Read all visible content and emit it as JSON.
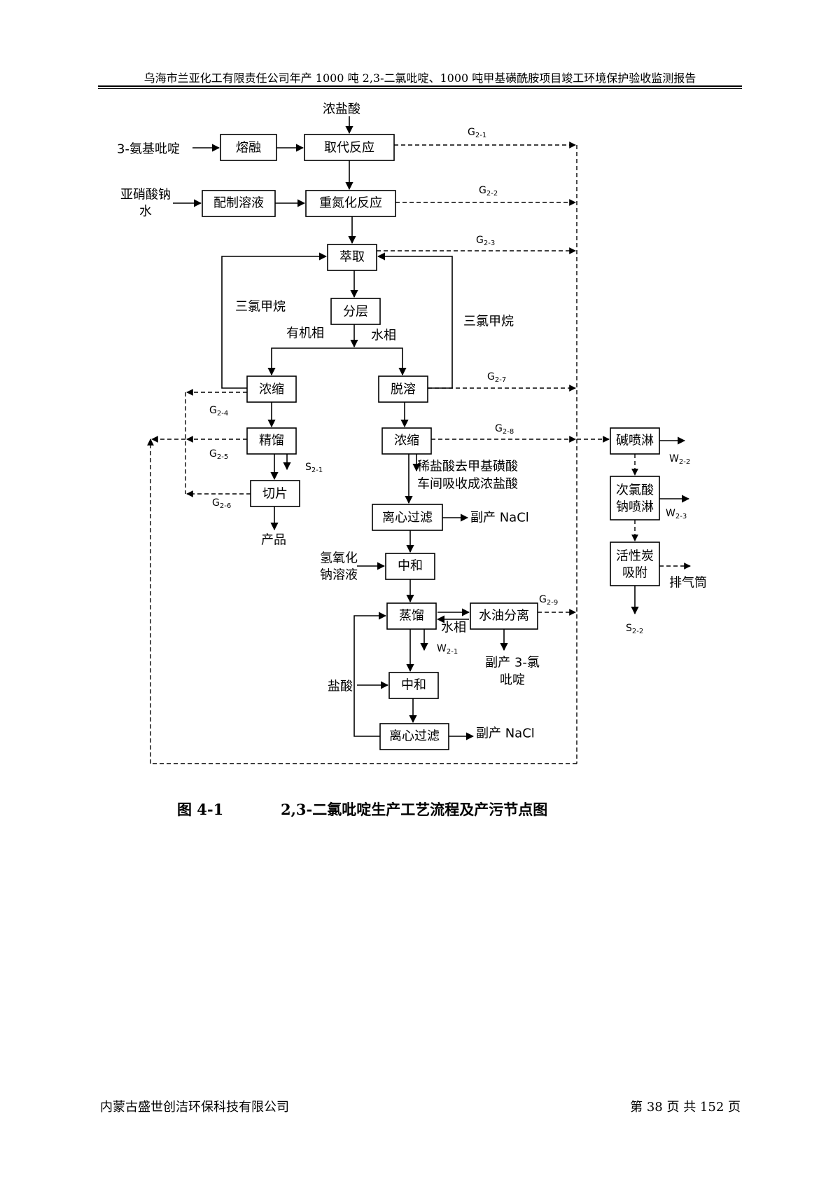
{
  "header": {
    "title": "乌海市兰亚化工有限责任公司年产 1000 吨 2,3-二氯吡啶、1000 吨甲基磺酰胺项目竣工环境保护验收监测报告"
  },
  "diagram": {
    "inputs": {
      "conc_hcl": "浓盐酸",
      "aminopyridine": "3-氨基吡啶",
      "sodium_nitrite": "亚硝酸钠",
      "water": "水",
      "chloroform_left": "三氯甲烷",
      "chloroform_right": "三氯甲烷",
      "organic_phase": "有机相",
      "aqueous_phase": "水相",
      "naoh_line1": "氢氧化",
      "naoh_line2": "钠溶液",
      "hcl": "盐酸",
      "aqueous_phase2": "水相",
      "dilute_hcl_line1": "稀盐酸去甲基磺酸",
      "dilute_hcl_line2": "车间吸收成浓盐酸"
    },
    "boxes": {
      "melt": "熔融",
      "substitution": "取代反应",
      "prep_solution": "配制溶液",
      "diazotization": "重氮化反应",
      "extraction": "萃取",
      "separation": "分层",
      "concentrate_left": "浓缩",
      "desolvation": "脱溶",
      "rectification": "精馏",
      "concentrate_mid": "浓缩",
      "slicing": "切片",
      "centrifuge1": "离心过滤",
      "neutralize1": "中和",
      "distillation": "蒸馏",
      "water_oil_sep": "水油分离",
      "neutralize2": "中和",
      "centrifuge2": "离心过滤",
      "alkali_spray": "碱喷淋",
      "hypochlorite_spray_line1": "次氯酸",
      "hypochlorite_spray_line2": "钠喷淋",
      "carbon_line1": "活性炭",
      "carbon_line2": "吸附"
    },
    "outputs": {
      "product": "产品",
      "byproduct_nacl1": "副产 NaCl",
      "byproduct_nacl2": "副产 NaCl",
      "byproduct_cp_line1": "副产 3-氯",
      "byproduct_cp_line2": "吡啶",
      "exhaust_stack": "排气筒"
    },
    "emissions": {
      "G21": {
        "main": "G",
        "sub": "2-1"
      },
      "G22": {
        "main": "G",
        "sub": "2-2"
      },
      "G23": {
        "main": "G",
        "sub": "2-3"
      },
      "G24": {
        "main": "G",
        "sub": "2-4"
      },
      "G25": {
        "main": "G",
        "sub": "2-5"
      },
      "G26": {
        "main": "G",
        "sub": "2-6"
      },
      "G27": {
        "main": "G",
        "sub": "2-7"
      },
      "G28": {
        "main": "G",
        "sub": "2-8"
      },
      "G29": {
        "main": "G",
        "sub": "2-9"
      },
      "S21": {
        "main": "S",
        "sub": "2-1"
      },
      "S22": {
        "main": "S",
        "sub": "2-2"
      },
      "W21": {
        "main": "W",
        "sub": "2-1"
      },
      "W22": {
        "main": "W",
        "sub": "2-2"
      },
      "W23": {
        "main": "W",
        "sub": "2-3"
      }
    }
  },
  "caption": {
    "number": "图 4-1",
    "title": "2,3-二氯吡啶生产工艺流程及产污节点图"
  },
  "footer": {
    "company": "内蒙古盛世创洁环保科技有限公司",
    "page": "第 38 页 共 152 页"
  }
}
